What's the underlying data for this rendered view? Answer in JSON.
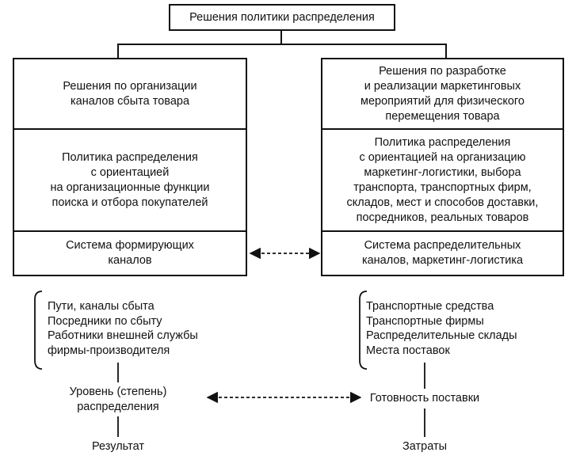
{
  "title": "Решения политики распределения",
  "left_column": {
    "header": [
      "Решения по организации",
      "каналов сбыта товара"
    ],
    "policy": [
      "Политика распределения",
      "с ориентацией",
      "на организационные функции",
      "поиска и отбора покупателей"
    ],
    "system": [
      "Система формирующих",
      "каналов"
    ],
    "list": [
      "Пути, каналы сбыта",
      "Посредники по сбыту",
      "Работники внешней службы",
      "фирмы-производителя"
    ],
    "level": [
      "Уровень (степень)",
      "распределения"
    ],
    "result": "Результат"
  },
  "right_column": {
    "header": [
      "Решения по разработке",
      "и реализации маркетинговых",
      "мероприятий для физического",
      "перемещения товара"
    ],
    "policy": [
      "Политика распределения",
      "с ориентацией на организацию",
      "маркетинг-логистики, выбора",
      "транспорта, транспортных фирм,",
      "складов, мест и способов доставки,",
      "посредников, реальных товаров"
    ],
    "system": [
      "Система распределительных",
      "каналов, маркетинг-логистика"
    ],
    "list": [
      "Транспортные средства",
      "Транспортные фирмы",
      "Распределительные склады",
      "Места поставок"
    ],
    "level": "Готовность поставки",
    "result": "Затраты"
  }
}
